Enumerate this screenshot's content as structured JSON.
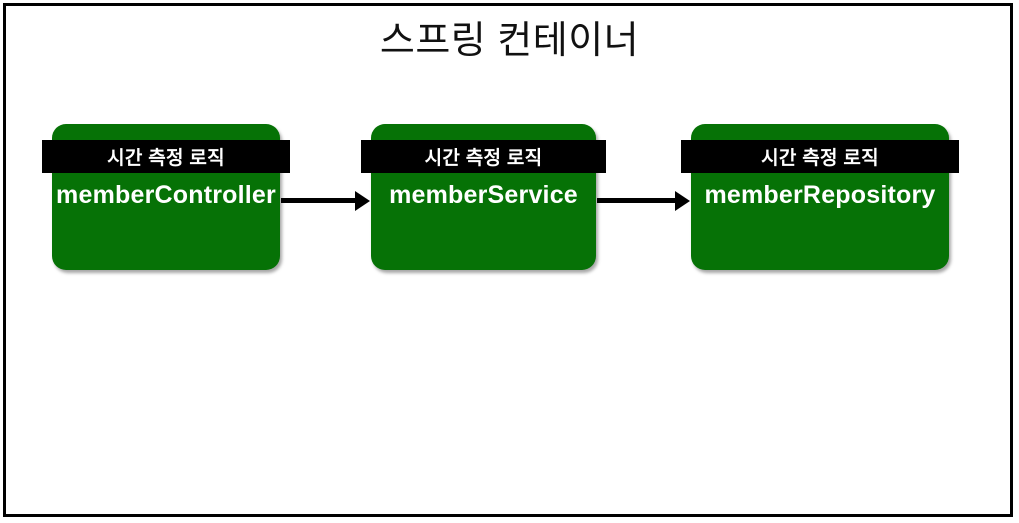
{
  "container": {
    "title": "스프링 컨테이너",
    "border_color": "#000000",
    "background": "#ffffff"
  },
  "theme": {
    "bean_fill": "#067206",
    "band_fill": "#000000",
    "band_text": "#ffffff",
    "bean_text": "#ffffff",
    "arrow_color": "#000000"
  },
  "beans": [
    {
      "band_label": "시간 측정 로직",
      "name": "memberController"
    },
    {
      "band_label": "시간 측정 로직",
      "name": "memberService"
    },
    {
      "band_label": "시간 측정 로직",
      "name": "memberRepository"
    }
  ],
  "arrows": [
    {
      "from": "memberController",
      "to": "memberService"
    },
    {
      "from": "memberService",
      "to": "memberRepository"
    }
  ]
}
